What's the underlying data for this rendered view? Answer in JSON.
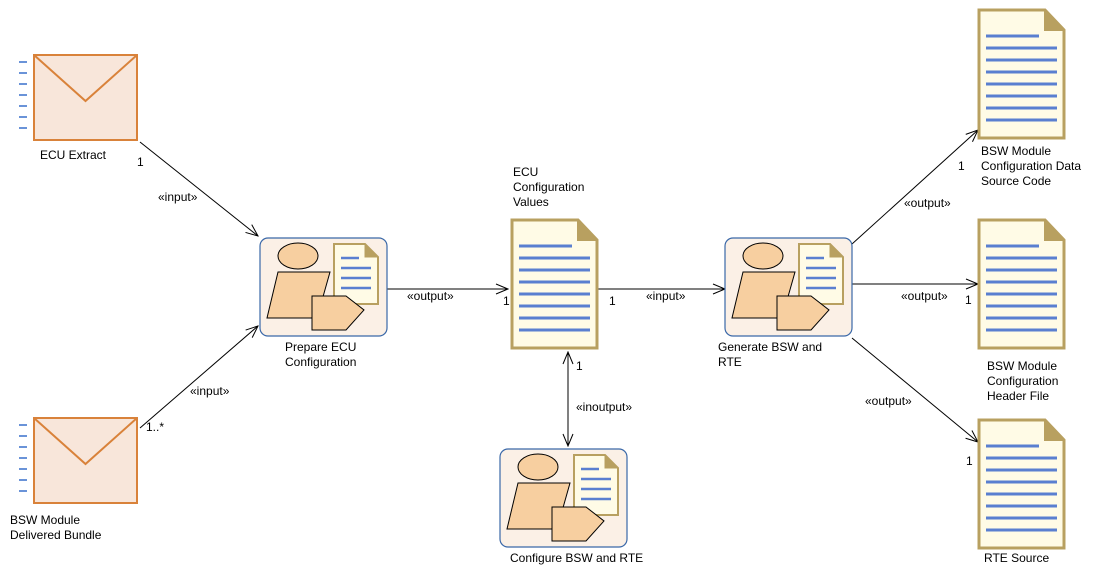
{
  "nodes": {
    "ecu_extract": "ECU Extract",
    "bsw_bundle": [
      "BSW Module",
      "Delivered Bundle"
    ],
    "prepare_ecu": [
      "Prepare ECU",
      "Configuration"
    ],
    "ecu_config_values": [
      "ECU",
      "Configuration",
      "Values"
    ],
    "configure_bsw": "Configure BSW and RTE",
    "generate_bsw": [
      "Generate BSW and",
      "RTE"
    ],
    "bsw_source": [
      "BSW Module",
      "Configuration Data",
      "Source Code"
    ],
    "bsw_header": [
      "BSW Module",
      "Configuration",
      "Header File"
    ],
    "rte_source": "RTE Source"
  },
  "edges": {
    "ecu_extract_input": "«input»",
    "bundle_input": "«input»",
    "prepare_output": "«output»",
    "config_input": "«input»",
    "config_inoutput": "«inoutput»",
    "gen_output_source": "«output»",
    "gen_output_header": "«output»",
    "gen_output_rte": "«output»"
  },
  "multiplicities": {
    "ecu_extract": "1",
    "bsw_bundle": "1..*",
    "config_from_prepare": "1",
    "config_to_generate": "1",
    "config_to_configure": "1",
    "bsw_source": "1",
    "bsw_header": "1",
    "rte_source": "1"
  },
  "colors": {
    "envelope_fill": "#f8e6da",
    "envelope_stroke": "#d9823a",
    "doc_fill": "#fffbe6",
    "doc_stroke": "#b8a060",
    "doc_lines": "#5a7fd0",
    "task_box_fill": "#fbf0e6",
    "task_box_stroke": "#3a68a8",
    "figure_fill": "#f7cfa0"
  }
}
